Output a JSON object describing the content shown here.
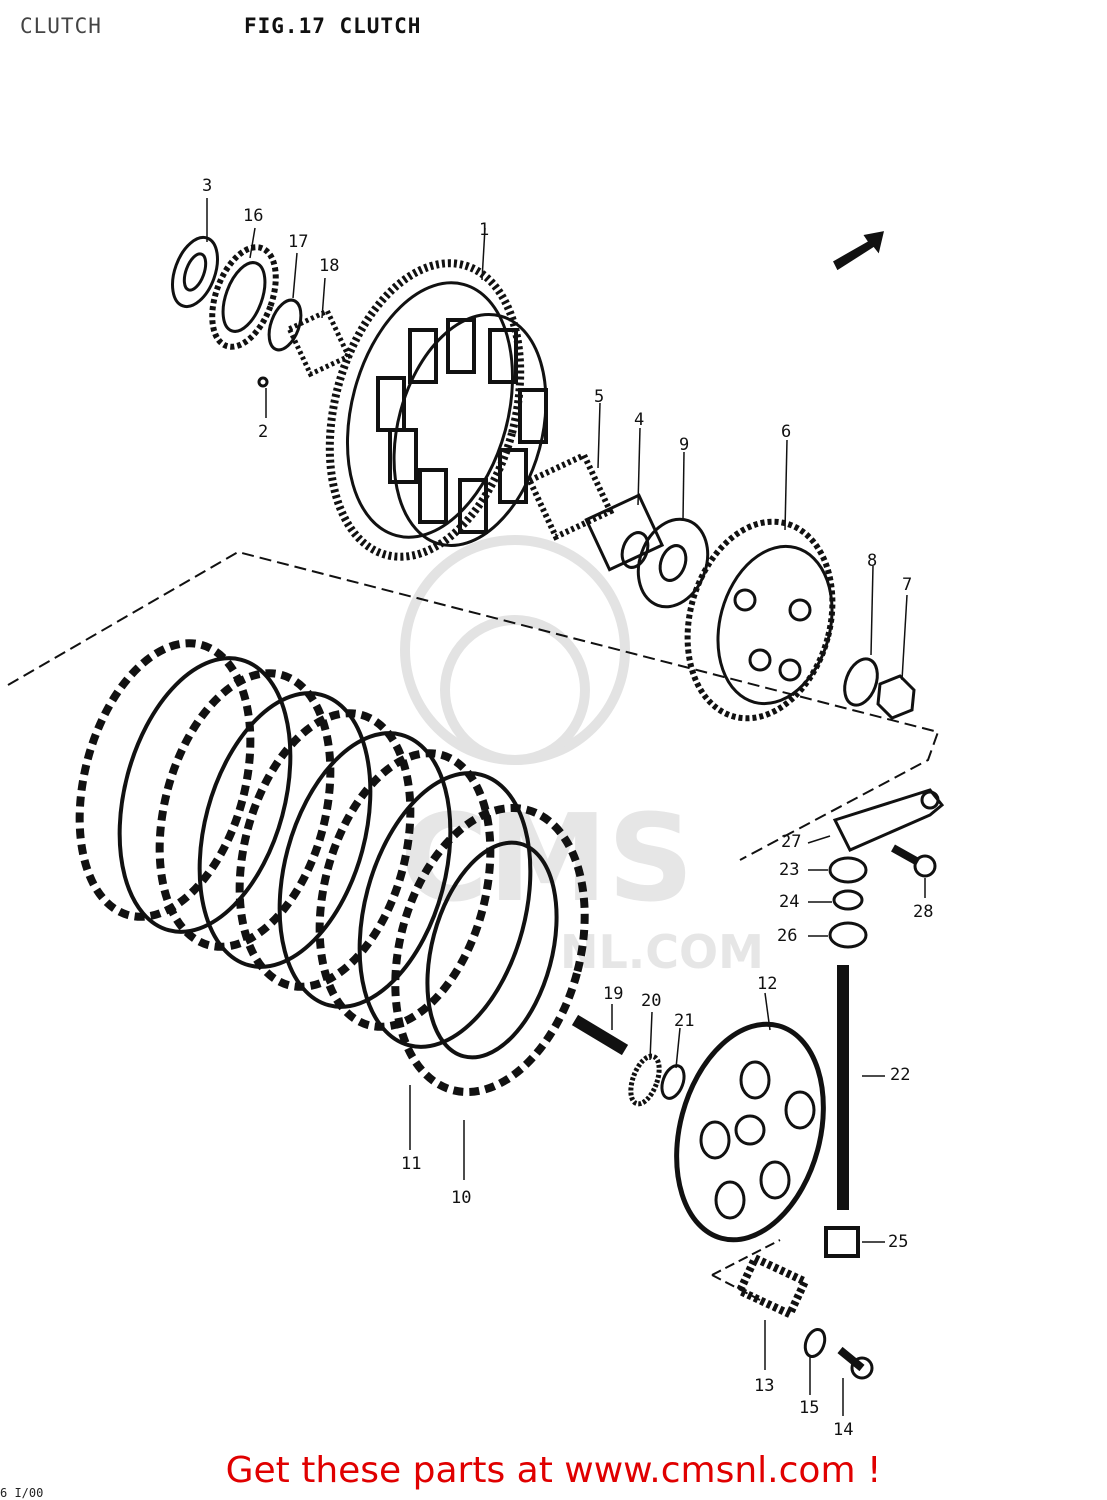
{
  "header": {
    "left_label": "CLUTCH",
    "figure_title": "FIG.17  CLUTCH"
  },
  "watermark": {
    "brand": "CMS",
    "domain": "NL.COM"
  },
  "callouts": [
    {
      "id": "c1",
      "text": "1"
    },
    {
      "id": "c2",
      "text": "2"
    },
    {
      "id": "c3",
      "text": "3"
    },
    {
      "id": "c4",
      "text": "4"
    },
    {
      "id": "c5",
      "text": "5"
    },
    {
      "id": "c6",
      "text": "6"
    },
    {
      "id": "c7",
      "text": "7"
    },
    {
      "id": "c8",
      "text": "8"
    },
    {
      "id": "c9",
      "text": "9"
    },
    {
      "id": "c10",
      "text": "10"
    },
    {
      "id": "c11",
      "text": "11"
    },
    {
      "id": "c12",
      "text": "12"
    },
    {
      "id": "c13",
      "text": "13"
    },
    {
      "id": "c14",
      "text": "14"
    },
    {
      "id": "c15",
      "text": "15"
    },
    {
      "id": "c16",
      "text": "16"
    },
    {
      "id": "c17",
      "text": "17"
    },
    {
      "id": "c18",
      "text": "18"
    },
    {
      "id": "c19",
      "text": "19"
    },
    {
      "id": "c20",
      "text": "20"
    },
    {
      "id": "c21",
      "text": "21"
    },
    {
      "id": "c22",
      "text": "22"
    },
    {
      "id": "c23",
      "text": "23"
    },
    {
      "id": "c24",
      "text": "24"
    },
    {
      "id": "c25",
      "text": "25"
    },
    {
      "id": "c26",
      "text": "26"
    },
    {
      "id": "c27",
      "text": "27"
    },
    {
      "id": "c28",
      "text": "28"
    }
  ],
  "footer": {
    "text": "Get these parts at www.cmsnl.com !"
  },
  "corner_label": "6 I/00",
  "colors": {
    "footer": "#e00000",
    "ink": "#111111",
    "watermark": "#e6e6e6"
  }
}
